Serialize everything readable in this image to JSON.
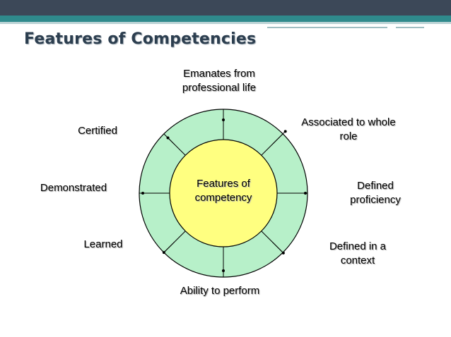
{
  "title": "Features of Competencies",
  "center": {
    "line1": "Features of",
    "line2": "competency"
  },
  "features": [
    {
      "id": "emanates",
      "line1": "Emanates from",
      "line2": "professional life"
    },
    {
      "id": "associated",
      "line1": "Associated to whole",
      "line2": "role"
    },
    {
      "id": "defined-proficiency",
      "line1": "Defined",
      "line2": "proficiency"
    },
    {
      "id": "defined-context",
      "line1": "Defined in a",
      "line2": "context"
    },
    {
      "id": "ability",
      "line1": "Ability to perform",
      "line2": ""
    },
    {
      "id": "learned",
      "line1": "Learned",
      "line2": ""
    },
    {
      "id": "demonstrated",
      "line1": "Demonstrated",
      "line2": ""
    },
    {
      "id": "certified",
      "line1": "Certified",
      "line2": ""
    }
  ],
  "colors": {
    "outer_ring": "#b7f0c9",
    "inner_circle": "#ffff80",
    "stroke": "#000000",
    "header_dark": "#3c4858",
    "header_teal": "#2f8a8c",
    "title": "#2c3e4f"
  }
}
